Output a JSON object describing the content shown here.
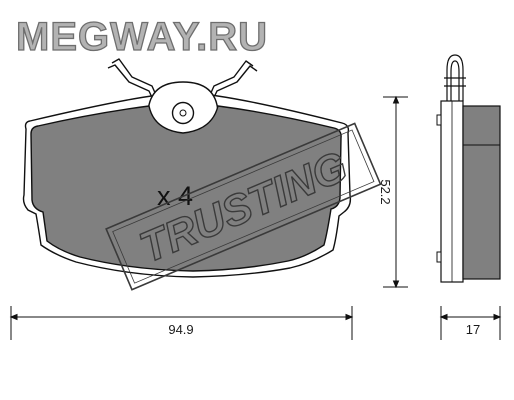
{
  "logo": {
    "text": "MEGWAY.RU"
  },
  "watermark": {
    "text": "TRUSTING"
  },
  "quantity_label": "x 4",
  "dimensions": {
    "width_mm": "94.9",
    "height_mm": "52.2",
    "thickness_mm": "17"
  },
  "colors": {
    "pad_fill": "#808080",
    "logo_fill": "#b3b3b3",
    "logo_stroke": "#6e6e6e",
    "outline": "#111111",
    "watermark": "#3a3a3a"
  }
}
